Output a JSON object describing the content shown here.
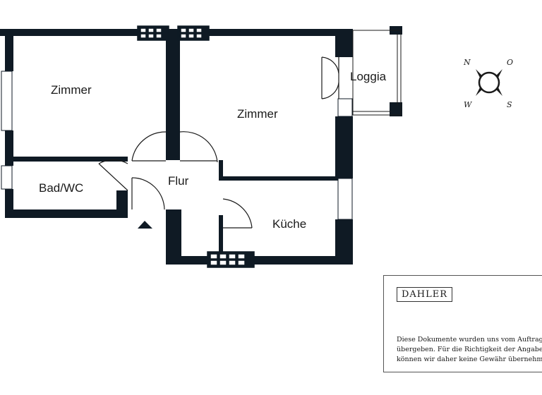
{
  "rooms": {
    "zimmer_left": "Zimmer",
    "zimmer_right": "Zimmer",
    "bad": "Bad/WC",
    "flur": "Flur",
    "kueche": "Küche",
    "loggia": "Loggia"
  },
  "compass": {
    "n": "N",
    "o": "O",
    "s": "S",
    "w": "W"
  },
  "info": {
    "brand": "DAHLER",
    "lines": [
      "Diese Dokumente wurden uns vom Auftraggeb",
      "übergeben. Für die Richtigkeit der Angaben",
      "können wir daher keine Gewähr übernehmen."
    ]
  },
  "colors": {
    "wall": "#0f1a24",
    "line": "#1a1a1a"
  }
}
